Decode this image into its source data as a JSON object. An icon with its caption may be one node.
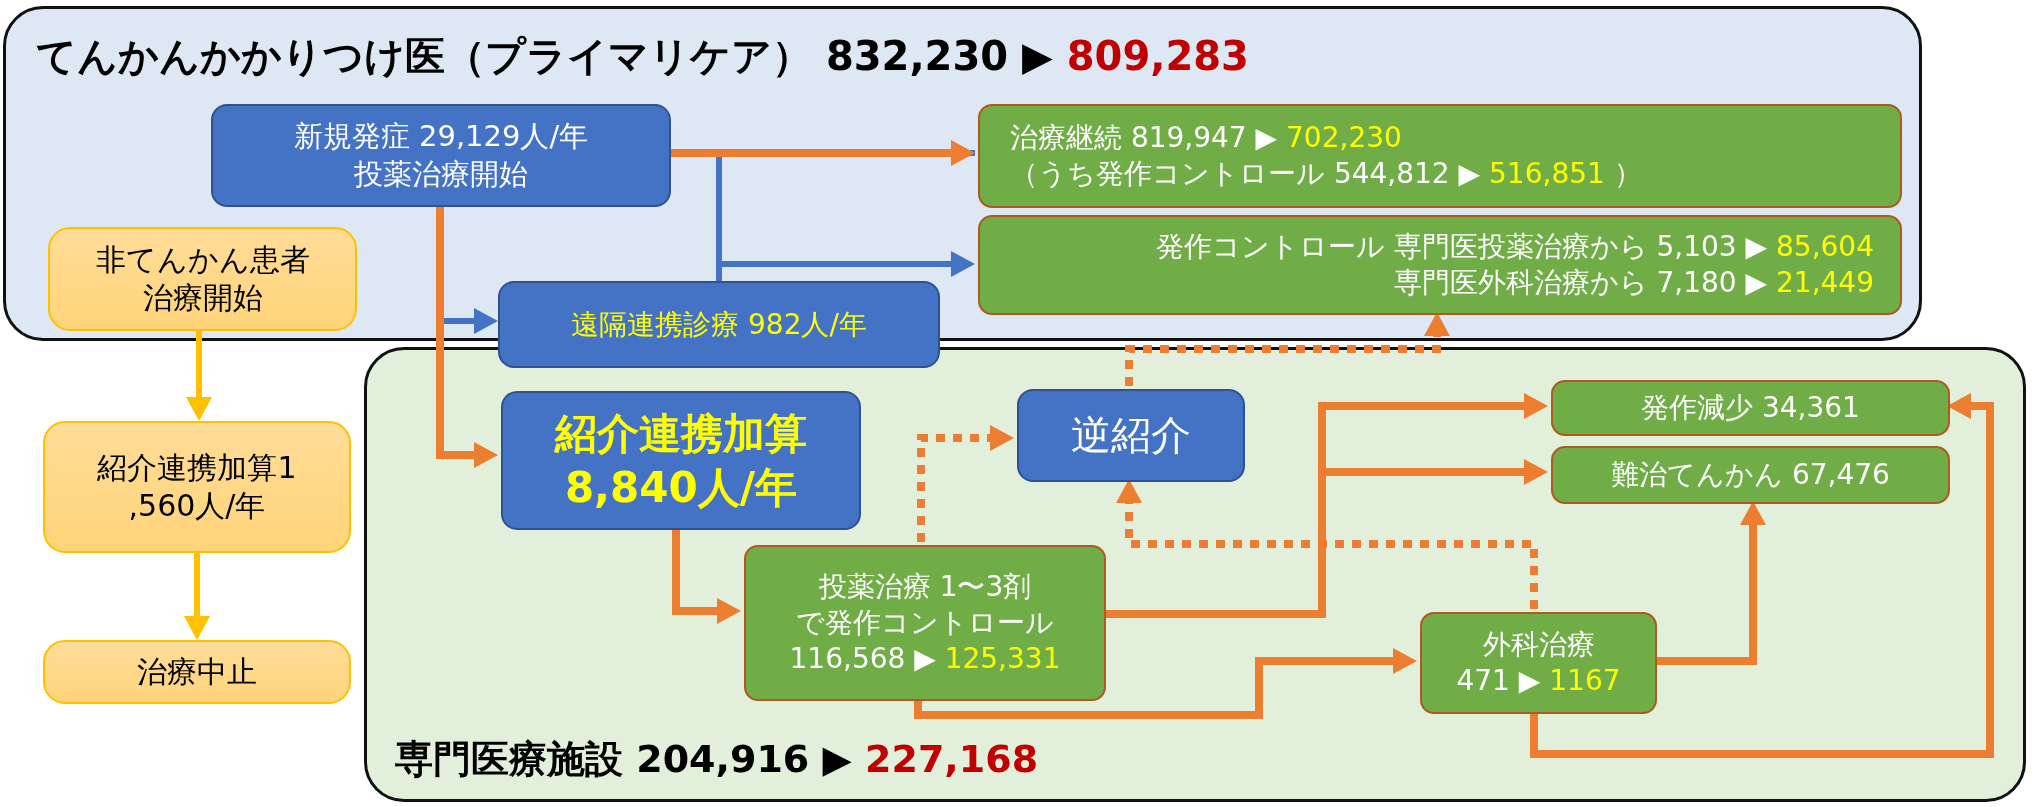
{
  "diagram": {
    "nodes": [
      {
        "text": [
          "てんかんかかりつけ医（プライマリケア） 832,230 ▶",
          "809,283"
        ]
      },
      {
        "text": [
          "新規発症 29,129人/年投薬治療開始"
        ],
        "in": 0
      },
      {
        "text": [
          "治療継続 819,947 ▶",
          "702,230",
          "（うち発作コントロール 544,812 ▶",
          "516,851",
          "）"
        ],
        "in": 0
      },
      {
        "text": [
          "発作コントロール 専門医投薬治療から 5,103 ▶",
          "85,604",
          "専門医外科治療から 7,180 ▶",
          "21,449"
        ],
        "in": 0
      },
      {
        "text": [
          "非てんかん患者治療開始"
        ],
        "in": 0
      },
      {
        "text": [
          "遠隔連携診療 982人/年"
        ]
      },
      {
        "text": [
          "専門医療施設 204,916 ▶",
          "227,168"
        ]
      },
      {
        "text": [
          "紹介連携加算8,840人/年"
        ],
        "in": 6
      },
      {
        "text": [
          "逆紹介"
        ],
        "in": 6
      },
      {
        "text": [
          "発作減少 34,361"
        ],
        "in": 6
      },
      {
        "text": [
          "難治てんかん 67,476"
        ],
        "in": 6
      },
      {
        "text": [
          "投薬治療 1〜3剤で発作コントロール",
          "116,568 ▶",
          "125,331"
        ],
        "in": 6
      },
      {
        "text": [
          "外科治療",
          "471 ▶",
          "1167"
        ],
        "in": 6
      },
      {
        "text": [
          "紹介連携加算1,560人/年"
        ]
      },
      {
        "text": [
          "治療中止"
        ]
      }
    ],
    "edges": [
      {
        "from": 5,
        "to": 2,
        "arrow": "none",
        "color": "#4472c4"
      },
      {
        "from": 5,
        "to": 3,
        "arrow": "to",
        "color": "#4472c4"
      },
      {
        "from": 1,
        "to": 5,
        "arrow": "to",
        "color": "#4472c4"
      },
      {
        "from": 1,
        "to": 2,
        "arrow": "to"
      },
      {
        "from": 1,
        "to": 7,
        "arrow": "to"
      },
      {
        "from": 4,
        "to": 13,
        "arrow": "to",
        "color": "#ffc000"
      },
      {
        "from": 13,
        "to": 14,
        "arrow": "to",
        "color": "#ffc000"
      },
      {
        "from": 7,
        "to": 11,
        "arrow": "to"
      },
      {
        "from": 11,
        "to": 8,
        "arrow": "to",
        "style": "dashed"
      },
      {
        "from": 8,
        "to": 3,
        "arrow": "to",
        "style": "dashed"
      },
      {
        "from": 11,
        "to": 9,
        "arrow": "to"
      },
      {
        "from": 11,
        "to": 10,
        "arrow": "to"
      },
      {
        "from": 11,
        "to": 12,
        "arrow": "to"
      },
      {
        "from": 12,
        "to": 8,
        "arrow": "to",
        "style": "dashed"
      },
      {
        "from": 12,
        "to": 10,
        "arrow": "to"
      },
      {
        "from": 12,
        "to": 9,
        "arrow": "to"
      }
    ]
  }
}
